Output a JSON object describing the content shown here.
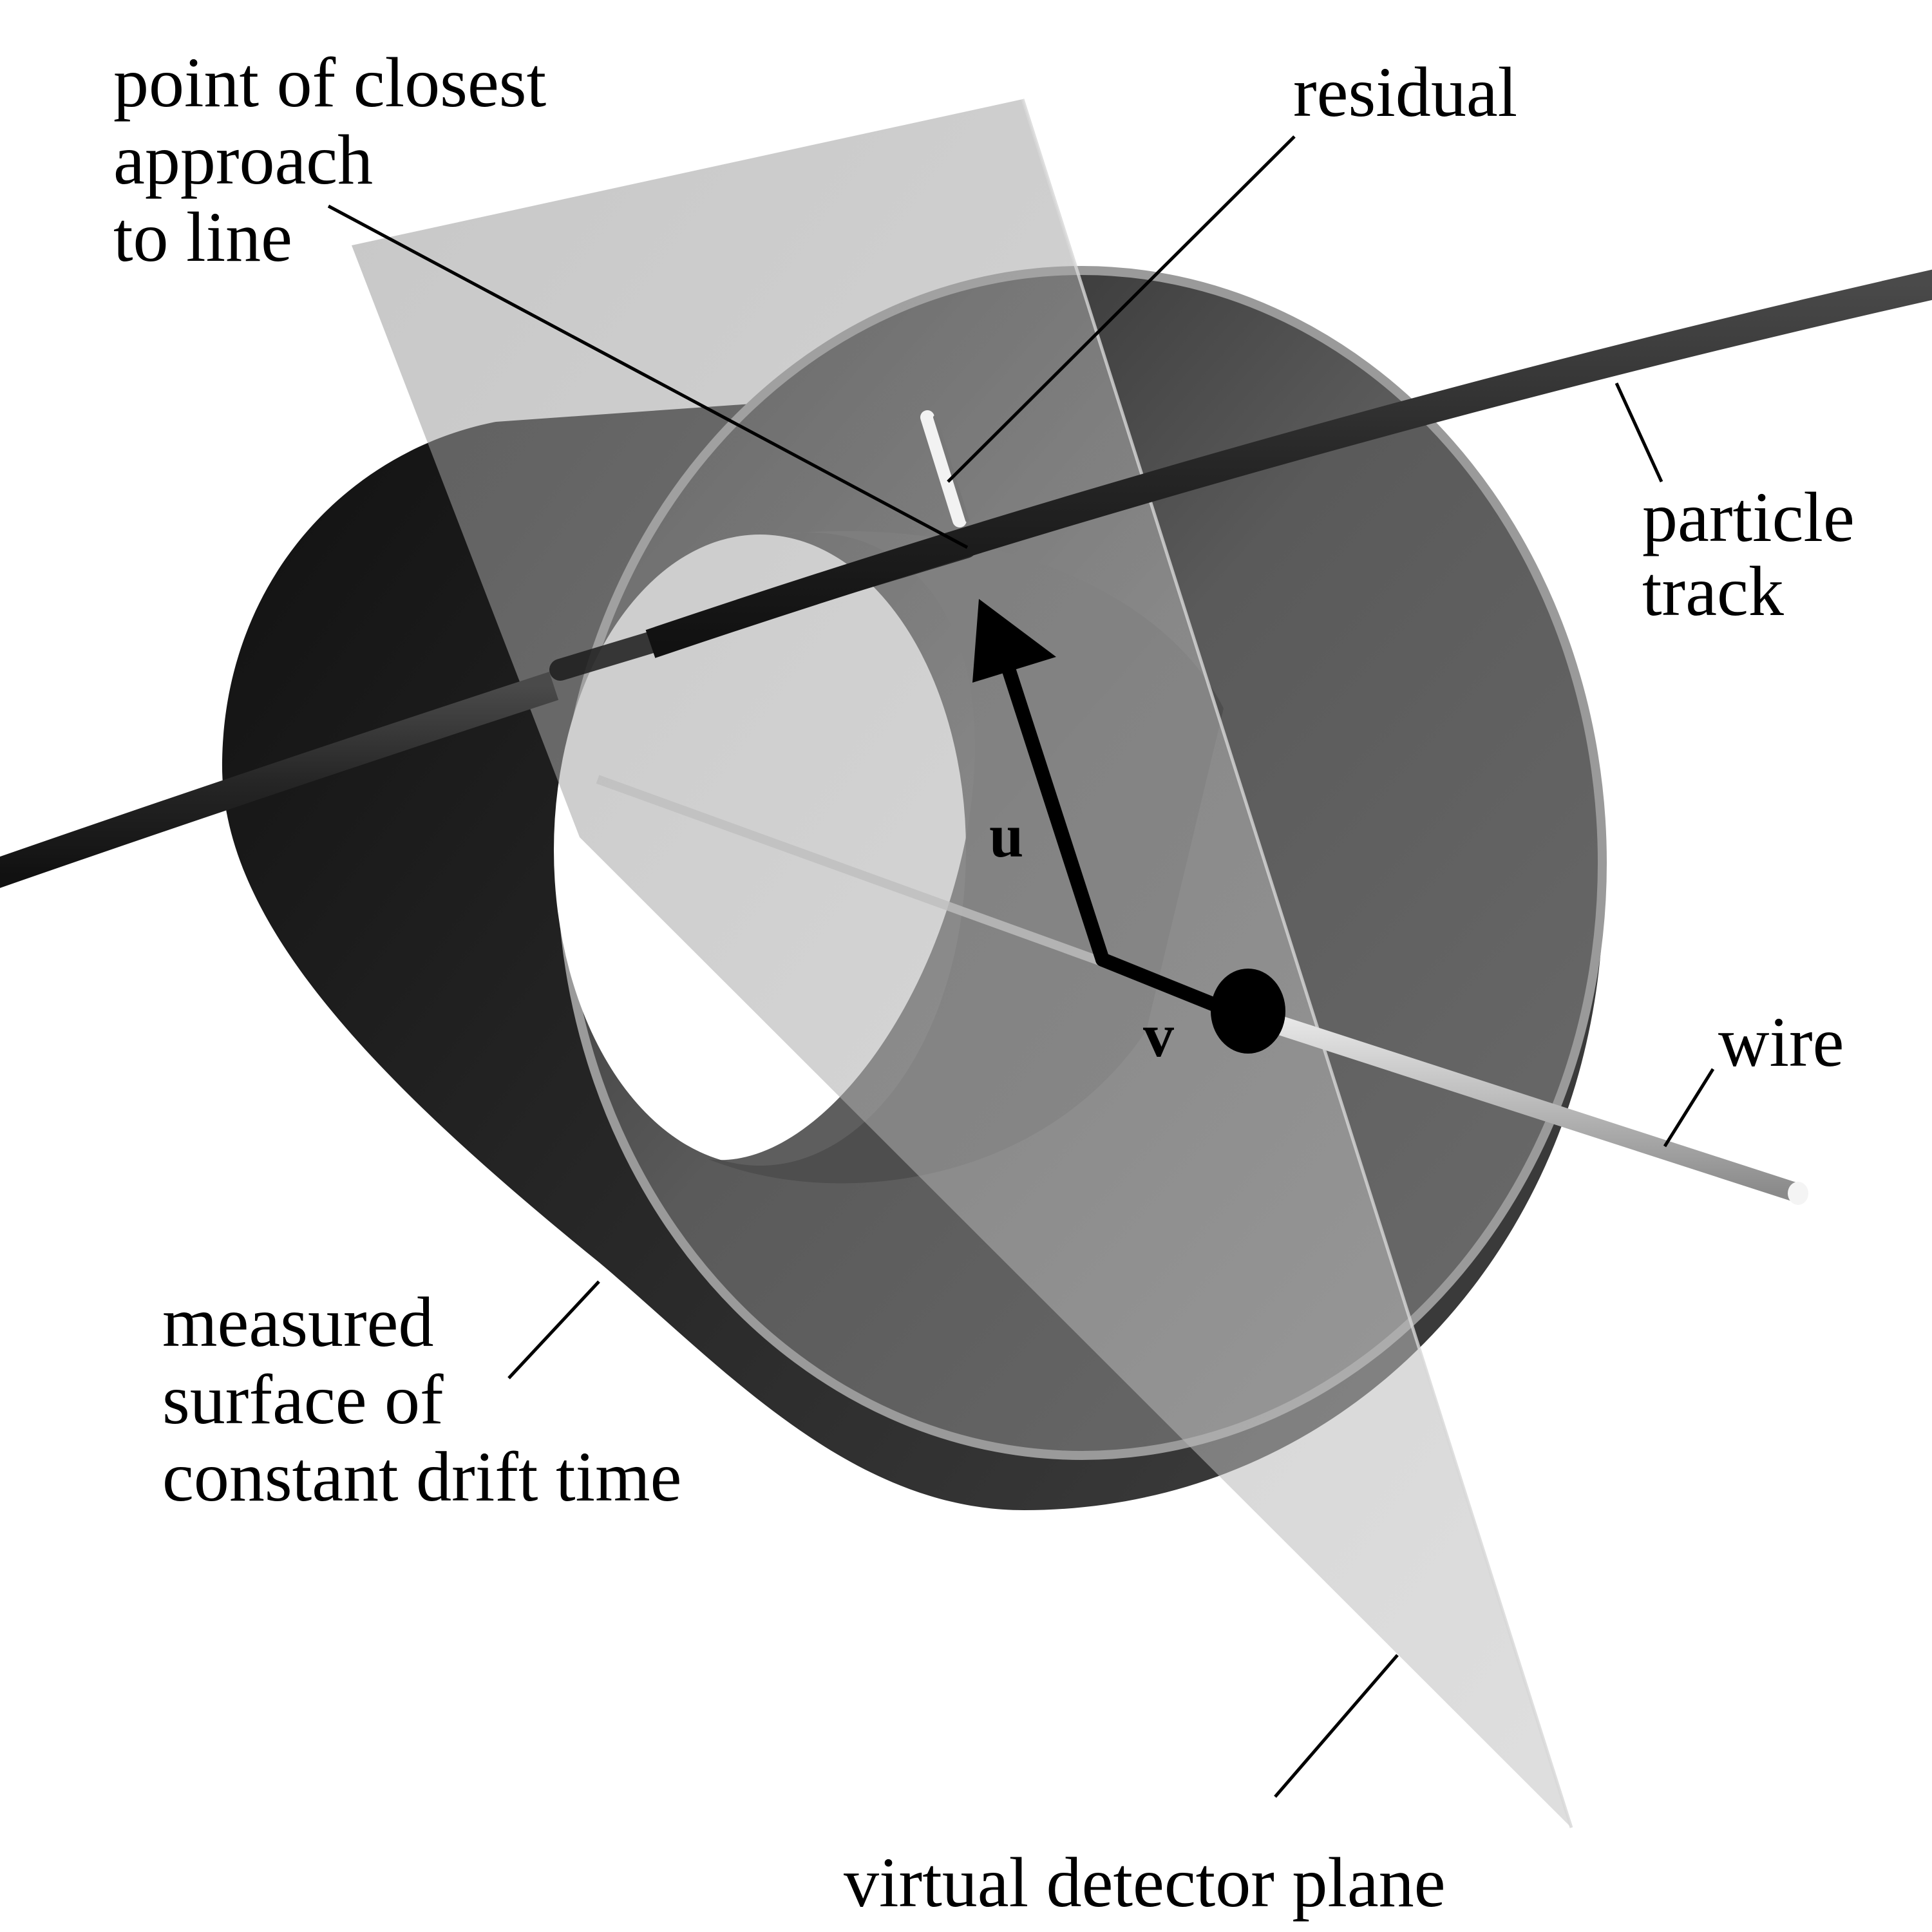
{
  "labels": {
    "closest_approach": [
      "point of closest",
      "approach",
      "to line"
    ],
    "residual": "residual",
    "particle_track": [
      "particle",
      "track"
    ],
    "wire": "wire",
    "measured_surface": [
      "measured",
      "surface of",
      "constant drift time"
    ],
    "detector_plane": "virtual detector plane",
    "u_vector": "u",
    "v_vector": "v"
  }
}
